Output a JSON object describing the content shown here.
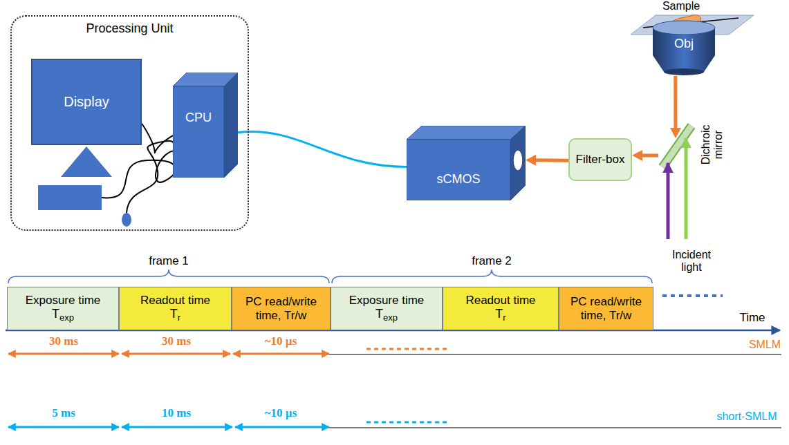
{
  "diagram": {
    "nodes": [
      {
        "text": [
          "Processing Unit"
        ]
      },
      {
        "text": [
          "Display"
        ],
        "in": 0
      },
      {
        "text": [
          "CPU"
        ],
        "in": 0
      },
      {
        "text": [
          "sCMOS"
        ]
      },
      {
        "text": [
          "Filter-box"
        ]
      },
      {
        "text": [
          "Obj"
        ]
      },
      {
        "text": [
          "Dichroic mirror"
        ]
      },
      {
        "text": [
          "Exposure time",
          "Texp"
        ]
      },
      {
        "text": [
          "Readout time",
          "Tr"
        ]
      },
      {
        "text": [
          "PC read/write time, Tr/w"
        ]
      },
      {
        "text": [
          "Exposure time",
          "Texp"
        ]
      },
      {
        "text": [
          "Readout time",
          "Tr"
        ]
      },
      {
        "text": [
          "PC read/write time, Tr/w"
        ]
      }
    ],
    "edges": [
      {
        "from": 1,
        "to": 2,
        "arrow": "none"
      },
      {
        "from": 2,
        "to": 3,
        "arrow": "none"
      },
      {
        "from": 5,
        "to": 6,
        "arrow": "to"
      },
      {
        "from": 6,
        "to": 4,
        "arrow": "to"
      },
      {
        "from": 4,
        "to": 3,
        "arrow": "to"
      }
    ],
    "labels": [
      "Sample",
      "Incident light",
      "frame 1",
      "frame 2",
      "Time",
      "30 ms",
      "30 ms",
      "~10 µs",
      "SMLM",
      "5 ms",
      "10 ms",
      "~10 µs",
      "short-SMLM"
    ]
  }
}
